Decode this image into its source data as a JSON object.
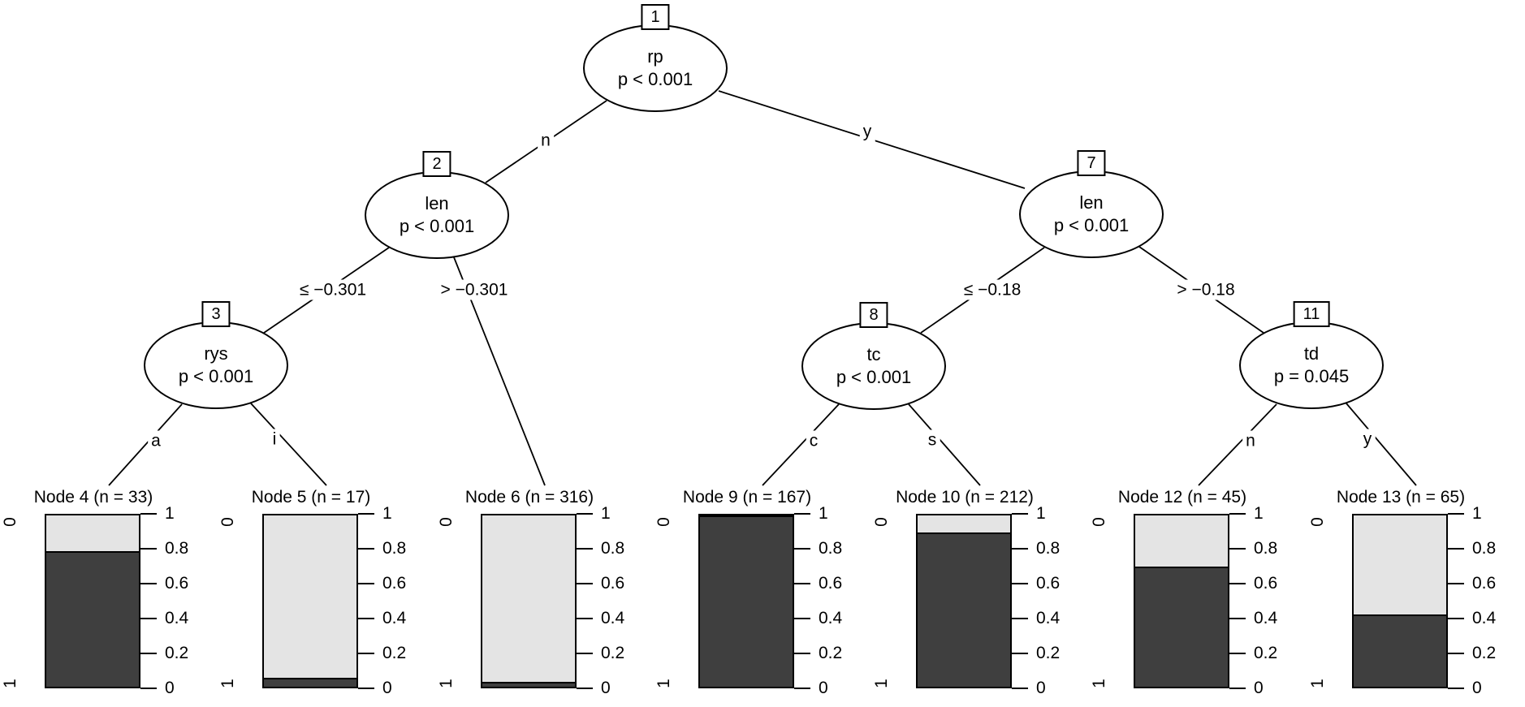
{
  "plot_type": "conditional inference tree (ctree) with stacked bar terminal nodes",
  "colors": {
    "dark_fill": "#3F3F3F",
    "light_fill": "#E4E4E4",
    "stroke": "#000000",
    "background": "#FFFFFF"
  },
  "tree": {
    "inner_nodes": [
      {
        "id": "1",
        "split_var": "rp",
        "p_value": "p < 0.001"
      },
      {
        "id": "2",
        "split_var": "len",
        "p_value": "p < 0.001"
      },
      {
        "id": "3",
        "split_var": "rys",
        "p_value": "p < 0.001"
      },
      {
        "id": "7",
        "split_var": "len",
        "p_value": "p < 0.001"
      },
      {
        "id": "8",
        "split_var": "tc",
        "p_value": "p < 0.001"
      },
      {
        "id": "11",
        "split_var": "td",
        "p_value": "p = 0.045"
      }
    ],
    "edges": [
      {
        "from": "1",
        "to": "2",
        "label": "n"
      },
      {
        "from": "1",
        "to": "7",
        "label": "y"
      },
      {
        "from": "2",
        "to": "3",
        "label": "≤ −0.301"
      },
      {
        "from": "2",
        "to": "6",
        "label": "> −0.301"
      },
      {
        "from": "7",
        "to": "8",
        "label": "≤ −0.18"
      },
      {
        "from": "7",
        "to": "11",
        "label": "> −0.18"
      },
      {
        "from": "3",
        "to": "4",
        "label": "a"
      },
      {
        "from": "3",
        "to": "5",
        "label": "i"
      },
      {
        "from": "8",
        "to": "9",
        "label": "c"
      },
      {
        "from": "8",
        "to": "10",
        "label": "s"
      },
      {
        "from": "11",
        "to": "12",
        "label": "n"
      },
      {
        "from": "11",
        "to": "13",
        "label": "y"
      }
    ]
  },
  "terminals": [
    {
      "title": "Node 4 (n = 33)",
      "n": 33,
      "fraction_dark": 0.79
    },
    {
      "title": "Node 5 (n = 17)",
      "n": 17,
      "fraction_dark": 0.05
    },
    {
      "title": "Node 6 (n = 316)",
      "n": 316,
      "fraction_dark": 0.03
    },
    {
      "title": "Node 9 (n = 167)",
      "n": 167,
      "fraction_dark": 1.0
    },
    {
      "title": "Node 10 (n = 212)",
      "n": 212,
      "fraction_dark": 0.9
    },
    {
      "title": "Node 12 (n = 45)",
      "n": 45,
      "fraction_dark": 0.7
    },
    {
      "title": "Node 13 (n = 65)",
      "n": 65,
      "fraction_dark": 0.42
    }
  ],
  "bar_axis": {
    "ticks": [
      "1",
      "0.8",
      "0.6",
      "0.4",
      "0.2",
      "0"
    ],
    "left_top_label": "0",
    "left_bottom_label": "1",
    "range": [
      0,
      1
    ]
  },
  "chart_data": {
    "type": "bar",
    "subtype": "stacked bars in terminal nodes of a decision tree",
    "categories": [
      "Node 4 (n = 33)",
      "Node 5 (n = 17)",
      "Node 6 (n = 316)",
      "Node 9 (n = 167)",
      "Node 10 (n = 212)",
      "Node 12 (n = 45)",
      "Node 13 (n = 65)"
    ],
    "series": [
      {
        "name": "1 (dark, bottom segment)",
        "values": [
          0.79,
          0.05,
          0.03,
          1.0,
          0.9,
          0.7,
          0.42
        ]
      },
      {
        "name": "0 (light, top segment)",
        "values": [
          0.21,
          0.95,
          0.97,
          0.0,
          0.1,
          0.3,
          0.58
        ]
      }
    ],
    "ylim": [
      0,
      1
    ],
    "yticks": [
      1,
      0.8,
      0.6,
      0.4,
      0.2,
      0
    ],
    "grid": false,
    "legend": "none",
    "tree_structure": {
      "node_1": {
        "split": "rp, p < 0.001",
        "n_branch": "node 2",
        "y_branch": "node 7"
      },
      "node_2": {
        "split": "len, p < 0.001",
        "le_-0.301": "node 3",
        "gt_-0.301": "node 6"
      },
      "node_3": {
        "split": "rys, p < 0.001",
        "a": "node 4",
        "i": "node 5"
      },
      "node_7": {
        "split": "len, p < 0.001",
        "le_-0.18": "node 8",
        "gt_-0.18": "node 11"
      },
      "node_8": {
        "split": "tc, p < 0.001",
        "c": "node 9",
        "s": "node 10"
      },
      "node_11": {
        "split": "td, p = 0.045",
        "n": "node 12",
        "y": "node 13"
      }
    }
  }
}
